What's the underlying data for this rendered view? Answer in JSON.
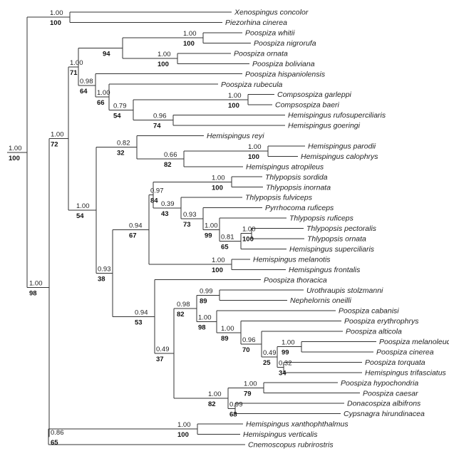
{
  "taxa": [
    "Xenospingus concolor",
    "Piezorhina cinerea",
    "Poospiza whitii",
    "Poospiza nigrorufa",
    "Poospiza ornata",
    "Poospiza boliviana",
    "Poospiza hispaniolensis",
    "Poospiza rubecula",
    "Compsospiza garleppi",
    "Compsospiza baeri",
    "Hemispingus rufosuperciliaris",
    "Hemispingus goeringi",
    "Hemispingus reyi",
    "Hemispingus parodii",
    "Hemispingus calophrys",
    "Hemispingus atropileus",
    "Thlypopsis sordida",
    "Thlypopsis inornata",
    "Thlypopsis fulviceps",
    "Pyrrhocoma ruficeps",
    "Thlypopsis ruficeps",
    "Thlypopsis pectoralis",
    "Thlypopsis ornata",
    "Hemispingus superciliaris",
    "Hemispingus melanotis",
    "Hemispingus frontalis",
    "Poospiza thoracica",
    "Urothraupis stolzmanni",
    "Nephelornis oneilli",
    "Poospiza cabanisi",
    "Poospiza erythrophrys",
    "Poospiza alticola",
    "Poospiza melanoleuca",
    "Poospiza cinerea",
    "Poospiza torquata",
    "Hemispingus trifasciatus",
    "Poospiza hypochondria",
    "Poospiza caesar",
    "Donacospiza albifrons",
    "Cypsnagra hirundinacea",
    "Hemispingus xanthophthalmus",
    "Hemispingus verticalis",
    "Cnemoscopus rubrirostris"
  ],
  "support": [
    {
      "id": "root",
      "pp": "1.00",
      "bs": "100"
    },
    {
      "id": "xeno-piez",
      "pp": "1.00",
      "bs": "100"
    },
    {
      "id": "ingroup",
      "pp": "1.00",
      "bs": "98"
    },
    {
      "id": "core",
      "pp": "1.00",
      "bs": "72"
    },
    {
      "id": "poospiza-a",
      "pp": "1.00",
      "bs": "71"
    },
    {
      "id": "whitii-nigrorufa",
      "pp": "1.00",
      "bs": "100"
    },
    {
      "id": "whitii-boliviana",
      "pp": "",
      "bs": "94"
    },
    {
      "id": "ornata-boliviana",
      "pp": "1.00",
      "bs": "100"
    },
    {
      "id": "hisp-group",
      "pp": "0.98",
      "bs": "64"
    },
    {
      "id": "rubecula-group",
      "pp": "1.00",
      "bs": "66"
    },
    {
      "id": "comps-hemi",
      "pp": "0.79",
      "bs": "54"
    },
    {
      "id": "compsospiza",
      "pp": "1.00",
      "bs": "100"
    },
    {
      "id": "rufo-goer",
      "pp": "0.96",
      "bs": "74"
    },
    {
      "id": "lower-core",
      "pp": "1.00",
      "bs": "54"
    },
    {
      "id": "reyi-group",
      "pp": "0.82",
      "bs": "32"
    },
    {
      "id": "paro-atro",
      "pp": "0.66",
      "bs": "82"
    },
    {
      "id": "paro-calo",
      "pp": "1.00",
      "bs": "100"
    },
    {
      "id": "big-lower",
      "pp": "0.93",
      "bs": "38"
    },
    {
      "id": "thlyp-plus",
      "pp": "0.94",
      "bs": "67"
    },
    {
      "id": "thlyp",
      "pp": "0.97",
      "bs": "84"
    },
    {
      "id": "sord-inor",
      "pp": "1.00",
      "bs": "100"
    },
    {
      "id": "fulv-group",
      "pp": "0.39",
      "bs": "43"
    },
    {
      "id": "pyrr-group",
      "pp": "0.93",
      "bs": "73"
    },
    {
      "id": "ruf-group",
      "pp": "1.00",
      "bs": "99"
    },
    {
      "id": "pect-group",
      "pp": "0.81",
      "bs": "65"
    },
    {
      "id": "pect-orn",
      "pp": "1.00",
      "bs": "100"
    },
    {
      "id": "mel-front",
      "pp": "1.00",
      "bs": "100"
    },
    {
      "id": "poospiza-b",
      "pp": "0.94",
      "bs": "53"
    },
    {
      "id": "uro-group-parent",
      "pp": "0.49",
      "bs": "37"
    },
    {
      "id": "uro-cab",
      "pp": "0.98",
      "bs": "82"
    },
    {
      "id": "uro-neph",
      "pp": "0.99",
      "bs": "89"
    },
    {
      "id": "cab-group",
      "pp": "1.00",
      "bs": "98"
    },
    {
      "id": "ery-group",
      "pp": "1.00",
      "bs": "89"
    },
    {
      "id": "alt-group",
      "pp": "0.96",
      "bs": "70"
    },
    {
      "id": "mel-tor",
      "pp": "0.49",
      "bs": "25"
    },
    {
      "id": "mel-cin",
      "pp": "1.00",
      "bs": "99"
    },
    {
      "id": "tor-tri",
      "pp": "0.32",
      "bs": "34"
    },
    {
      "id": "hypo-group",
      "pp": "1.00",
      "bs": "82"
    },
    {
      "id": "hypo-caes",
      "pp": "1.00",
      "bs": "79"
    },
    {
      "id": "don-cyp",
      "pp": "0.99",
      "bs": "68"
    },
    {
      "id": "cnemo-group",
      "pp": "0.86",
      "bs": "65"
    },
    {
      "id": "xanth-vert",
      "pp": "1.00",
      "bs": "100"
    }
  ]
}
